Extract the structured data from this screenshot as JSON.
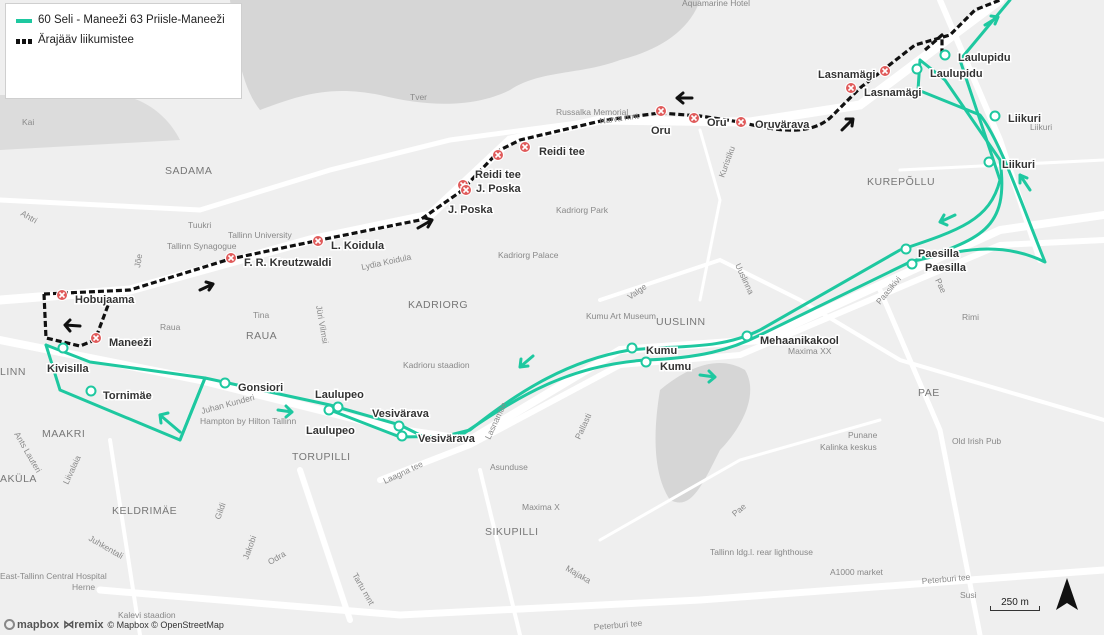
{
  "legend": {
    "route_label": "60 Seli - Maneeži 63 Priisle-Maneeži",
    "detour_label": "Ärajääv liikumistee"
  },
  "colors": {
    "route": "#1ec8a0",
    "detour": "#111111",
    "closed_stop": "#e05a5a",
    "water": "#d6d6d6",
    "land": "#efefef",
    "road": "#ffffff"
  },
  "closed_stops": [
    "Hobujaama",
    "Maneeži",
    "F. R. Kreutzwaldi",
    "L. Koidula",
    "J. Poska",
    "J. Poska",
    "Reidi tee",
    "Reidi tee",
    "Oru",
    "Oru",
    "Oruvärava",
    "Lasnamägi",
    "Lasnamägi"
  ],
  "route_stops": [
    "Kivisilla",
    "Tornimäe",
    "Gonsiori",
    "Laulupeo",
    "Laulupeo",
    "Vesivärava",
    "Vesivärava",
    "Kumu",
    "Kumu",
    "Mehaanikakool",
    "Paesilla",
    "Paesilla",
    "Liikuri",
    "Liikuri",
    "Laulupidu",
    "Laulupidu"
  ],
  "areas": [
    "SADAMA",
    "KADRIORG",
    "RAUA",
    "UUSLINN",
    "KUREPÕLLU",
    "PAE",
    "TORUPILLI",
    "MAAKRI",
    "KELDRIMÄE",
    "SIKUPILLI",
    "AKÜLA",
    "LINN"
  ],
  "places": [
    "Aquamarine Hotel",
    "Russalka Memorial",
    "Tallinn University",
    "Tallinn Synagogue",
    "Kadriorg Park",
    "Kadriorg Palace",
    "Kumu Art Museum",
    "Kadrioru staadion",
    "Hampton by Hilton Tallinn",
    "Maxima XX",
    "Maxima X",
    "Kalinka keskus",
    "Old Irish Pub",
    "Tallinn ldg.l. rear lighthouse",
    "A1000 market",
    "East-Tallinn Central Hospital",
    "Kalevi staadion",
    "Rimi",
    "Susi"
  ],
  "streets": [
    "Tver",
    "Narva mnt",
    "Kuristiku",
    "Liikuri",
    "Lydia Koidula",
    "Raua",
    "Tina",
    "Jõe",
    "Tuukri",
    "Ahtri",
    "Kai",
    "Jüri Vilmsi",
    "Juhan Kunderi",
    "Ants Lauteri",
    "Liivalaia",
    "Juhkentali",
    "Gildi",
    "Jakobi",
    "Odra",
    "Tartu mnt",
    "Herne",
    "Laagna tee",
    "Lasnamäe",
    "Asunduse",
    "Pallasti",
    "Valge",
    "Uuslinna",
    "Paasikivi",
    "Pae",
    "Punane",
    "Majaka",
    "Peterburi tee",
    "Peterburi tee",
    "Kalevi staadion"
  ],
  "attribution": {
    "mapbox": "mapbox",
    "remix": "remix",
    "text": "© Mapbox © OpenStreetMap"
  },
  "scale_label": "250 m"
}
